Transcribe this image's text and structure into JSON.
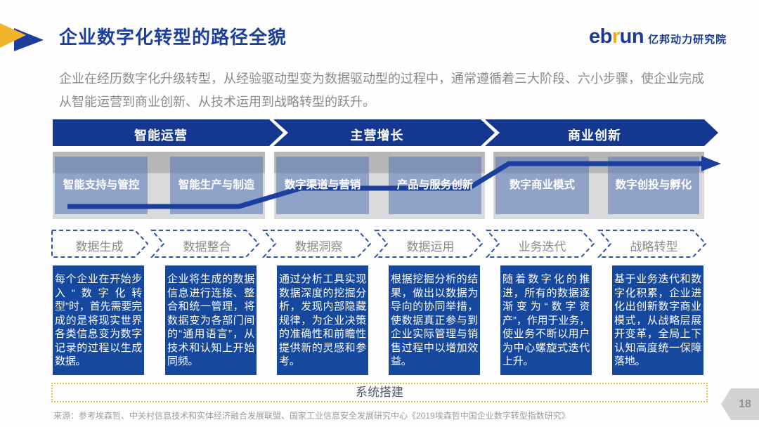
{
  "header": {
    "title": "企业数字化转型的路径全貌",
    "logo": {
      "part1": "eb",
      "part2": "r",
      "part3": "un",
      "org": "亿邦动力研究院"
    },
    "intro": "企业在经历数字化升级转型，从经验驱动型变为数据驱动型的过程中，通常遵循着三大阶段、六小步骤，使企业完成从智能运营到商业创新、从技术运用到战略转型的跃升。"
  },
  "stages": [
    {
      "label": "智能运营"
    },
    {
      "label": "主营增长"
    },
    {
      "label": "商业创新"
    }
  ],
  "capabilities": [
    {
      "label": "智能支持与管控"
    },
    {
      "label": "智能生产与制造"
    },
    {
      "label": "数字渠道与营销"
    },
    {
      "label": "产品与服务创新"
    },
    {
      "label": "数字商业模式"
    },
    {
      "label": "数字创投与孵化"
    }
  ],
  "steps": [
    {
      "label": "数据生成",
      "desc": "每个企业在开始步入“数字化转型”时，首先需要完成的是将现实世界各类信息变为数字记录的过程以生成数据。"
    },
    {
      "label": "数据整合",
      "desc": "企业将生成的数据信息进行连接、整合和统一管理，将数据变为各部门间的“通用语言”，从技术和认知上开始同频。"
    },
    {
      "label": "数据洞察",
      "desc": "通过分析工具实现数据深度的挖掘分析，发现内部隐藏规律，为企业决策的准确性和前瞻性提供新的灵感和参考。"
    },
    {
      "label": "数据运用",
      "desc": "根据挖掘分析的结果，做出以数据为导向的协同举措，使数据真正参与到企业实际管理与销售过程中以增加效益。"
    },
    {
      "label": "业务迭代",
      "desc": "随着数字化的推进，所有的数据逐渐变为“数字资产”，作用于业务，使业务不断以用户为中心螺旋式迭代上升。"
    },
    {
      "label": "战略转型",
      "desc": "基于业务迭代和数字化积累，企业进化出创新数字商业模式，从战略层展开变革，全局上下认知高度统一保障落地。"
    }
  ],
  "foundation": {
    "label": "系统搭建"
  },
  "footer": {
    "source": "来源：参考埃森哲、中关村信息技术和实体经济融合发展联盟、国家工业信息安全发展研究中心《2019埃森哲中国企业数字转型指数研究》",
    "page_number": "18"
  },
  "colors": {
    "primary_blue": "#16419b",
    "desc_box_blue": "#16489d",
    "steel_blue": "rgba(90,118,183,0.56)",
    "accent_yellow": "#f2b42a",
    "gray_text": "#8a8a8a"
  }
}
